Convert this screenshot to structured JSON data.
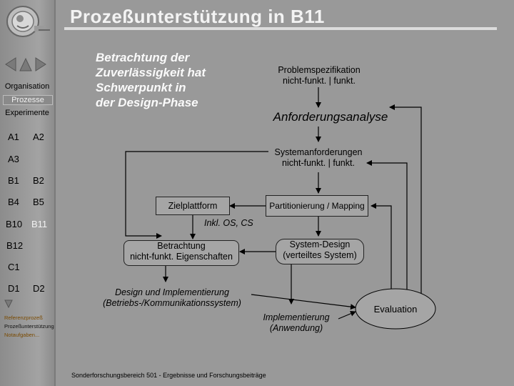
{
  "title": "Prozeßunterstützung in B11",
  "colors": {
    "background": "#999999",
    "title": "#f3f3f3",
    "lines": "#000000"
  },
  "sidebar": {
    "menu": [
      {
        "label": "Organisation",
        "selected": false
      },
      {
        "label": "Prozesse",
        "selected": true
      },
      {
        "label": "Experimente",
        "selected": false
      }
    ],
    "projects": [
      "A1",
      "A2",
      "A3",
      "B1",
      "B2",
      "B4",
      "B5",
      "B10",
      "B11",
      "B12",
      "C1",
      "D1",
      "D2"
    ],
    "selected_project": "B11",
    "links": [
      "Referenzprozeß",
      "Prozeßunterstützung",
      "Notaufgaben..."
    ]
  },
  "diagram": {
    "headline": [
      "Betrachtung der",
      "Zuverlässigkeit hat",
      "Schwerpunkt in",
      "der Design-Phase"
    ],
    "problemspezifikation": [
      "Problemspezifikation",
      "nicht-funkt. | funkt."
    ],
    "anforderungsanalyse": "Anforderungsanalyse",
    "systemanforderungen": [
      "Systemanforderungen",
      "nicht-funkt. | funkt."
    ],
    "zielplattform": "Zielplattform",
    "partitionierung": "Partitionierung / Mapping",
    "inkl": "Inkl. OS, CS",
    "betrachtung": [
      "Betrachtung",
      "nicht-funkt. Eigenschaften"
    ],
    "system_design": [
      "System-Design",
      "(verteiltes System)"
    ],
    "design_impl": [
      "Design und Implementierung",
      "(Betriebs-/Kommunikationssystem)"
    ],
    "implementierung": [
      "Implementierung",
      "(Anwendung)"
    ],
    "evaluation": "Evaluation"
  },
  "footer": "Sonderforschungsbereich 501 - Ergebnisse und Forschungsbeiträge"
}
